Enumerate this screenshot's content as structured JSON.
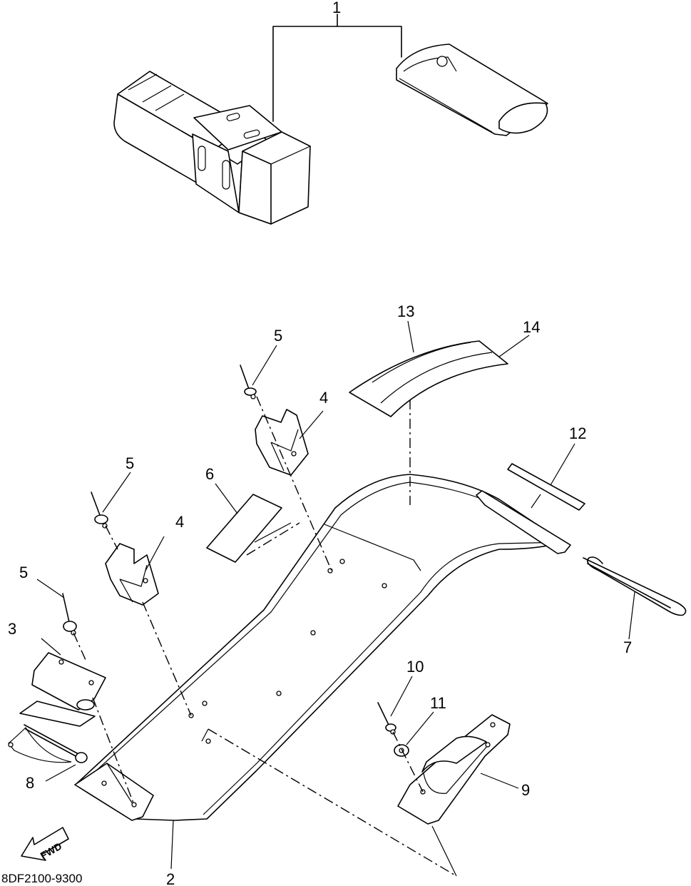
{
  "callouts": {
    "c1": "1",
    "c2": "2",
    "c3": "3",
    "c4a": "4",
    "c4b": "4",
    "c5a": "5",
    "c5b": "5",
    "c5c": "5",
    "c6": "6",
    "c7": "7",
    "c8": "8",
    "c9": "9",
    "c10": "10",
    "c11": "11",
    "c12": "12",
    "c13": "13",
    "c14": "14"
  },
  "fwd_label": "FWD",
  "drawing_code": "8DF2100-9300"
}
